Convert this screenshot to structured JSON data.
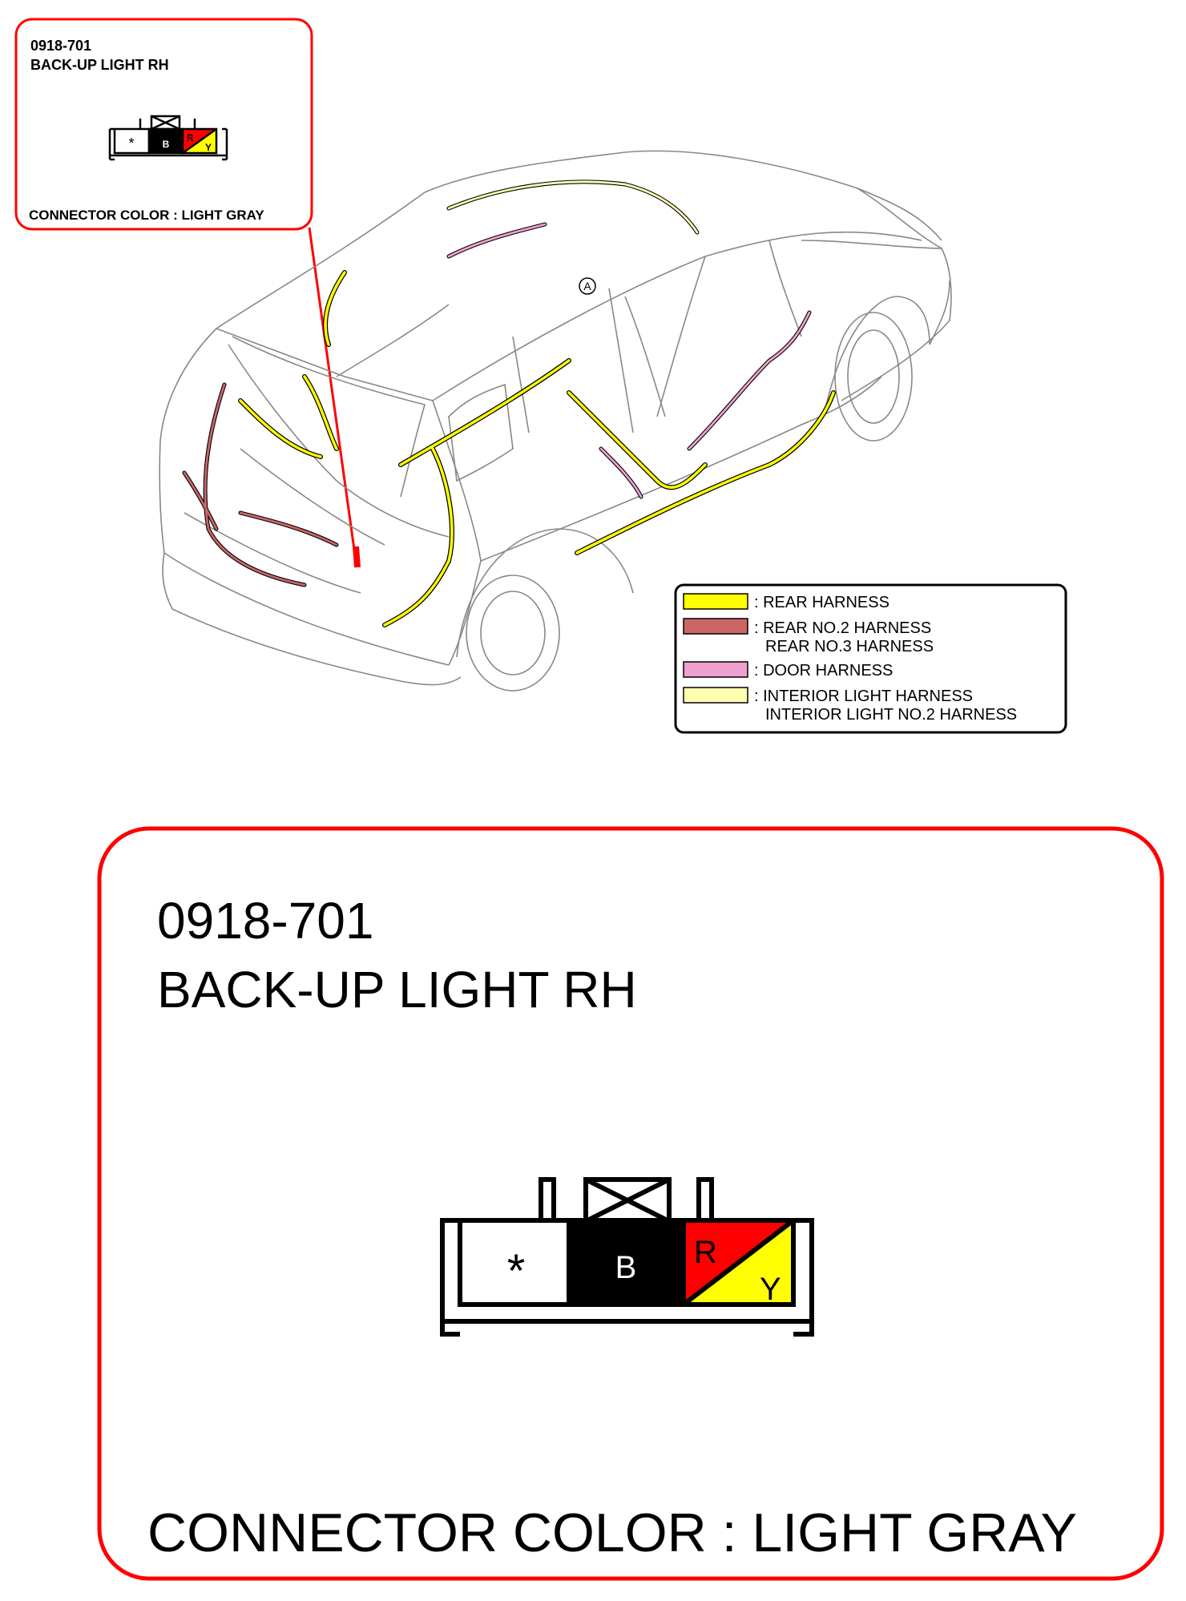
{
  "connector": {
    "code": "0918-701",
    "name": "BACK-UP LIGHT RH",
    "color_label": "CONNECTOR COLOR : LIGHT GRAY",
    "pins": [
      {
        "label": "*",
        "fill": "#ffffff"
      },
      {
        "label": "B",
        "fill": "#000000"
      },
      {
        "label": "R",
        "fill": "#ff0000"
      },
      {
        "label": "Y",
        "fill": "#ffff00"
      }
    ]
  },
  "vehicle": {
    "location_marker": "A"
  },
  "legend": {
    "items": [
      {
        "color": "#ffff00",
        "lines": [
          ": REAR HARNESS"
        ]
      },
      {
        "color": "#cc6666",
        "lines": [
          ": REAR NO.2 HARNESS",
          "REAR NO.3 HARNESS"
        ]
      },
      {
        "color": "#f0a0d0",
        "lines": [
          ": DOOR HARNESS"
        ]
      },
      {
        "color": "#ffffb0",
        "lines": [
          ": INTERIOR LIGHT HARNESS",
          "INTERIOR LIGHT NO.2 HARNESS"
        ]
      }
    ]
  },
  "colors": {
    "callout_border": "#ff0000",
    "rear_harness": "#ffff00",
    "rear_no2_harness": "#cc6666",
    "door_harness": "#f0a0d0",
    "interior_light_harness": "#ffffb0"
  }
}
